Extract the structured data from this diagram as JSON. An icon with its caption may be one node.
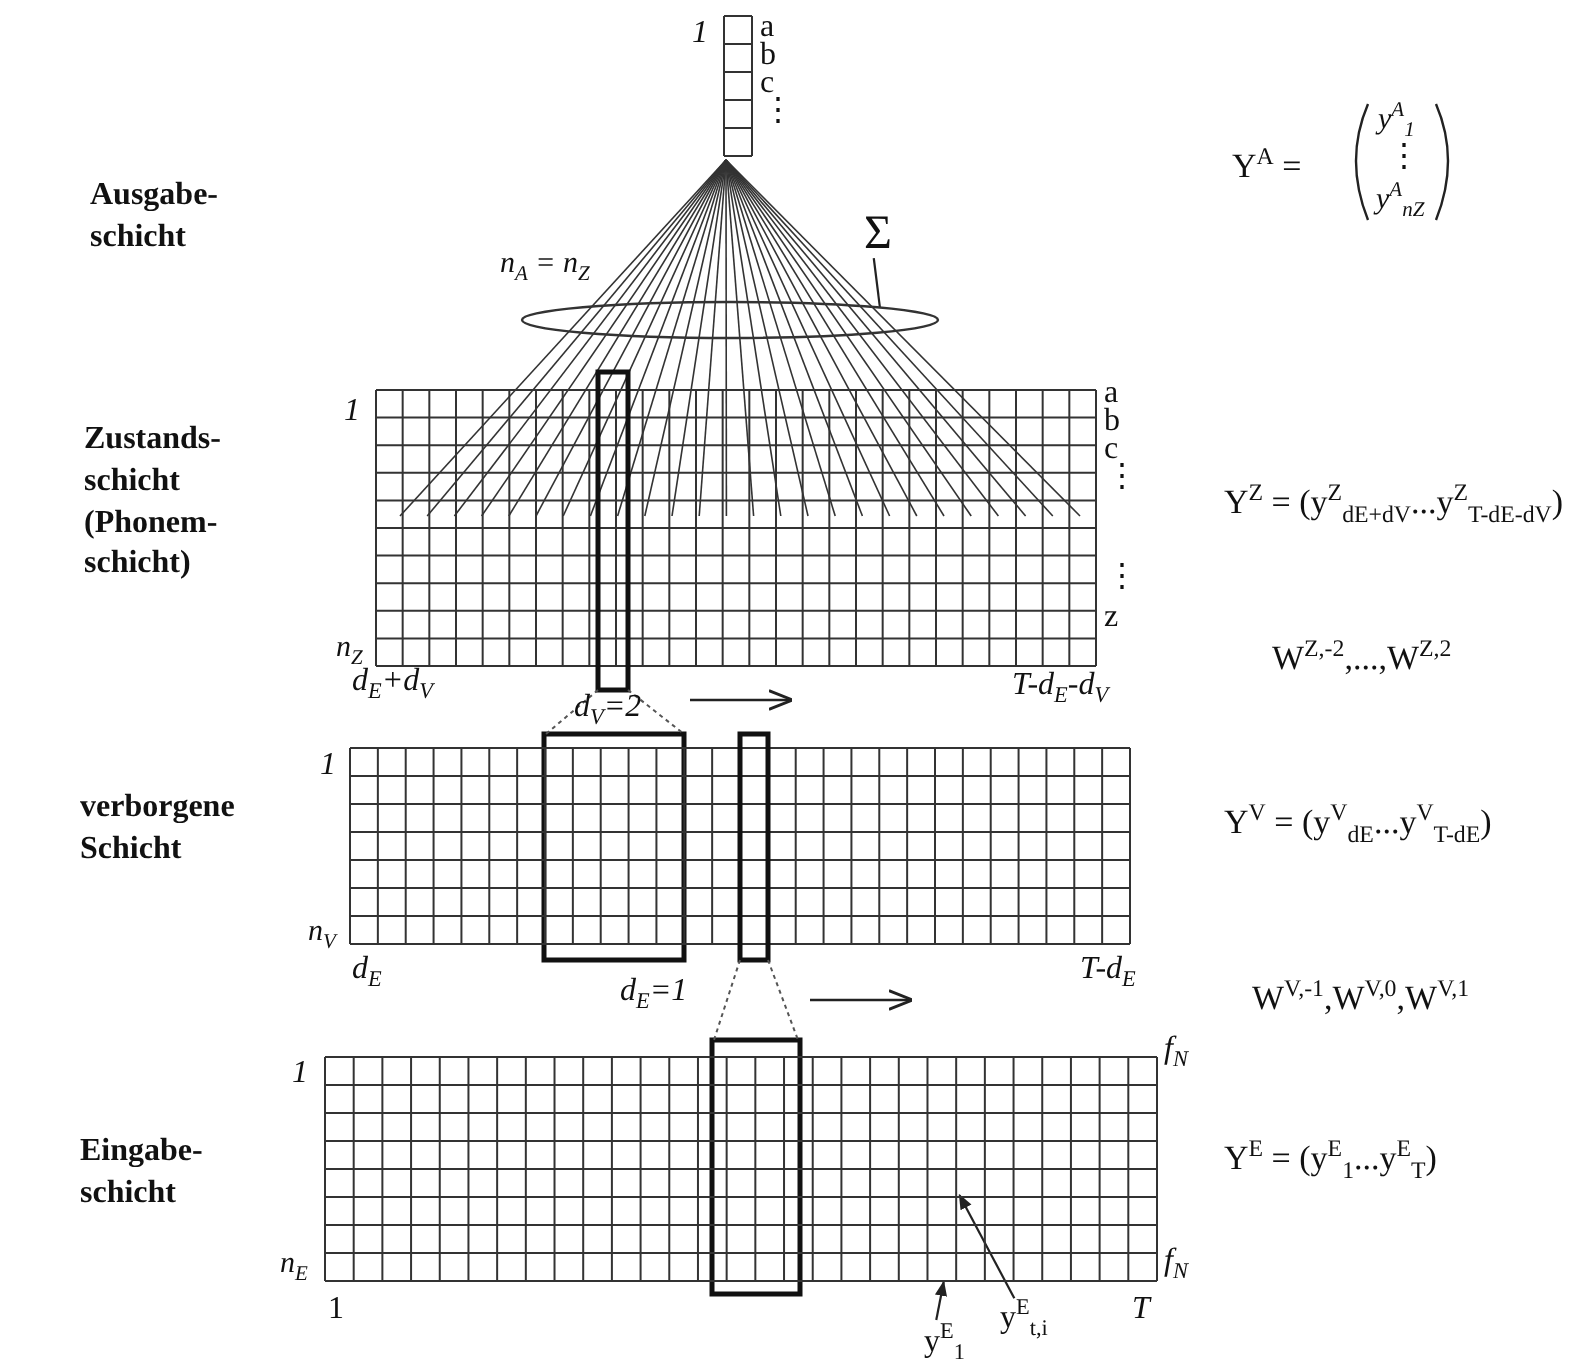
{
  "diagram": {
    "nodes": [
      {
        "text": [
          "Σ"
        ]
      },
      {
        "text": [],
        "shape": "ellipse"
      },
      {
        "text": [],
        "shape": "box"
      },
      {
        "text": [
          "y$^{E}$$_{1}$"
        ]
      },
      {
        "text": [
          "y$^{E}$$_{t,i}$"
        ]
      }
    ],
    "edges": [
      {
        "from": 0,
        "to": 1,
        "arrow": "none"
      },
      {
        "from": 3,
        "to": 2,
        "arrow": "to"
      },
      {
        "from": 4,
        "to": 2,
        "arrow": "to"
      }
    ],
    "labels": [
      "Ausgabe- schicht",
      "1",
      "a",
      "b",
      "c",
      "⋮",
      "n$_{A}$ = n$_{Z}$",
      "Y$^{A}$ =",
      "y$^{A}$$_{1}$",
      "⋮",
      "y$^{A}$$_{nZ}$",
      "Zustands- schicht (Phonem- schicht)",
      "1",
      "a",
      "b",
      "c",
      "⋮",
      "⋮",
      "z",
      "n$_{Z}$",
      "d$_{E}$+d$_{V}$",
      "T-d$_{E}$-d$_{V}$",
      "Y$^{Z}$ = (y$^{Z}$$_{dE+dV}$...y$^{Z}$$_{T-dE-dV}$)",
      "d$_{V}$=2",
      "W$^{Z,-2}$,...,W$^{Z,2}$",
      "verborgene Schicht",
      "1",
      "n$_{V}$",
      "d$_{E}$",
      "T-d$_{E}$",
      "Y$^{V}$ = (y$^{V}$$_{dE}$...y$^{V}$$_{T-dE}$)",
      "d$_{E}$=1",
      "W$^{V,-1}$,W$^{V,0}$,W$^{V,1}$",
      "Eingabe- schicht",
      "1",
      "f$_{N}$",
      "Y$^{E}$ = (y$^{E}$$_{1}$...y$^{E}$$_{T}$)",
      "n$_{E}$",
      "f$_{N}$",
      "1",
      "T"
    ]
  }
}
